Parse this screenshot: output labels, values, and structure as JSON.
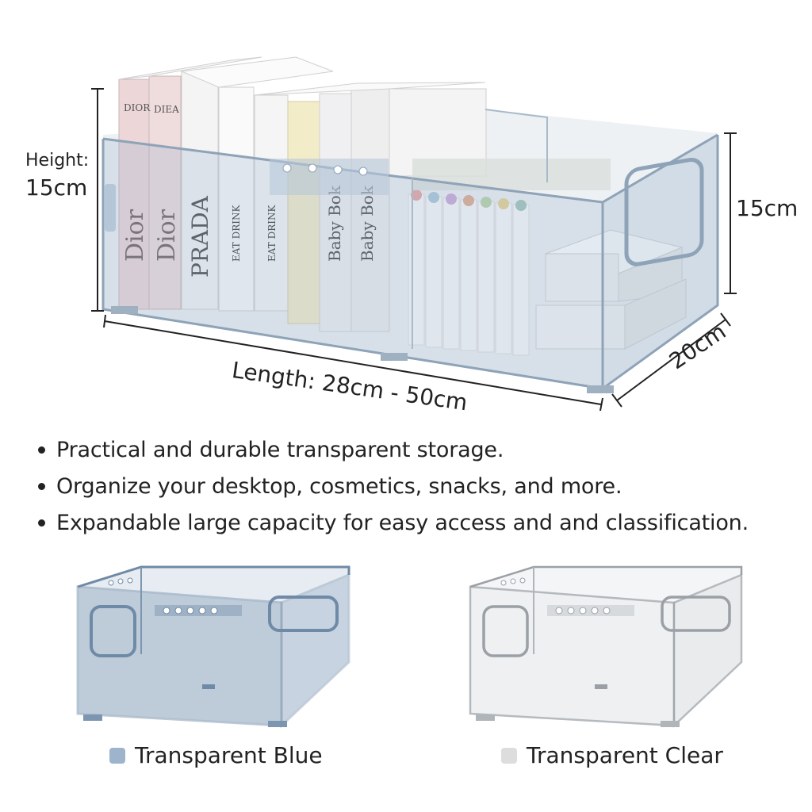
{
  "hero": {
    "height_label": "Height:",
    "height_value": "15cm",
    "right_height": "15cm",
    "depth": "20cm",
    "length": "Length: 28cm - 50cm",
    "book_spines": [
      "Dior",
      "Dior",
      "PRADA",
      "EAT DRINK",
      "EAT DRINK",
      "Baby Bok",
      "Baby Bok"
    ],
    "book_tops": [
      "DIOR",
      "DIEA"
    ]
  },
  "features": [
    "Practical and durable transparent storage.",
    "Organize your desktop, cosmetics, snacks, and more.",
    "Expandable large capacity for easy access and and classification."
  ],
  "variants": [
    {
      "label": "Transparent Blue",
      "color": "#9db4cc"
    },
    {
      "label": "Transparent Clear",
      "color": "#dddddd"
    }
  ]
}
